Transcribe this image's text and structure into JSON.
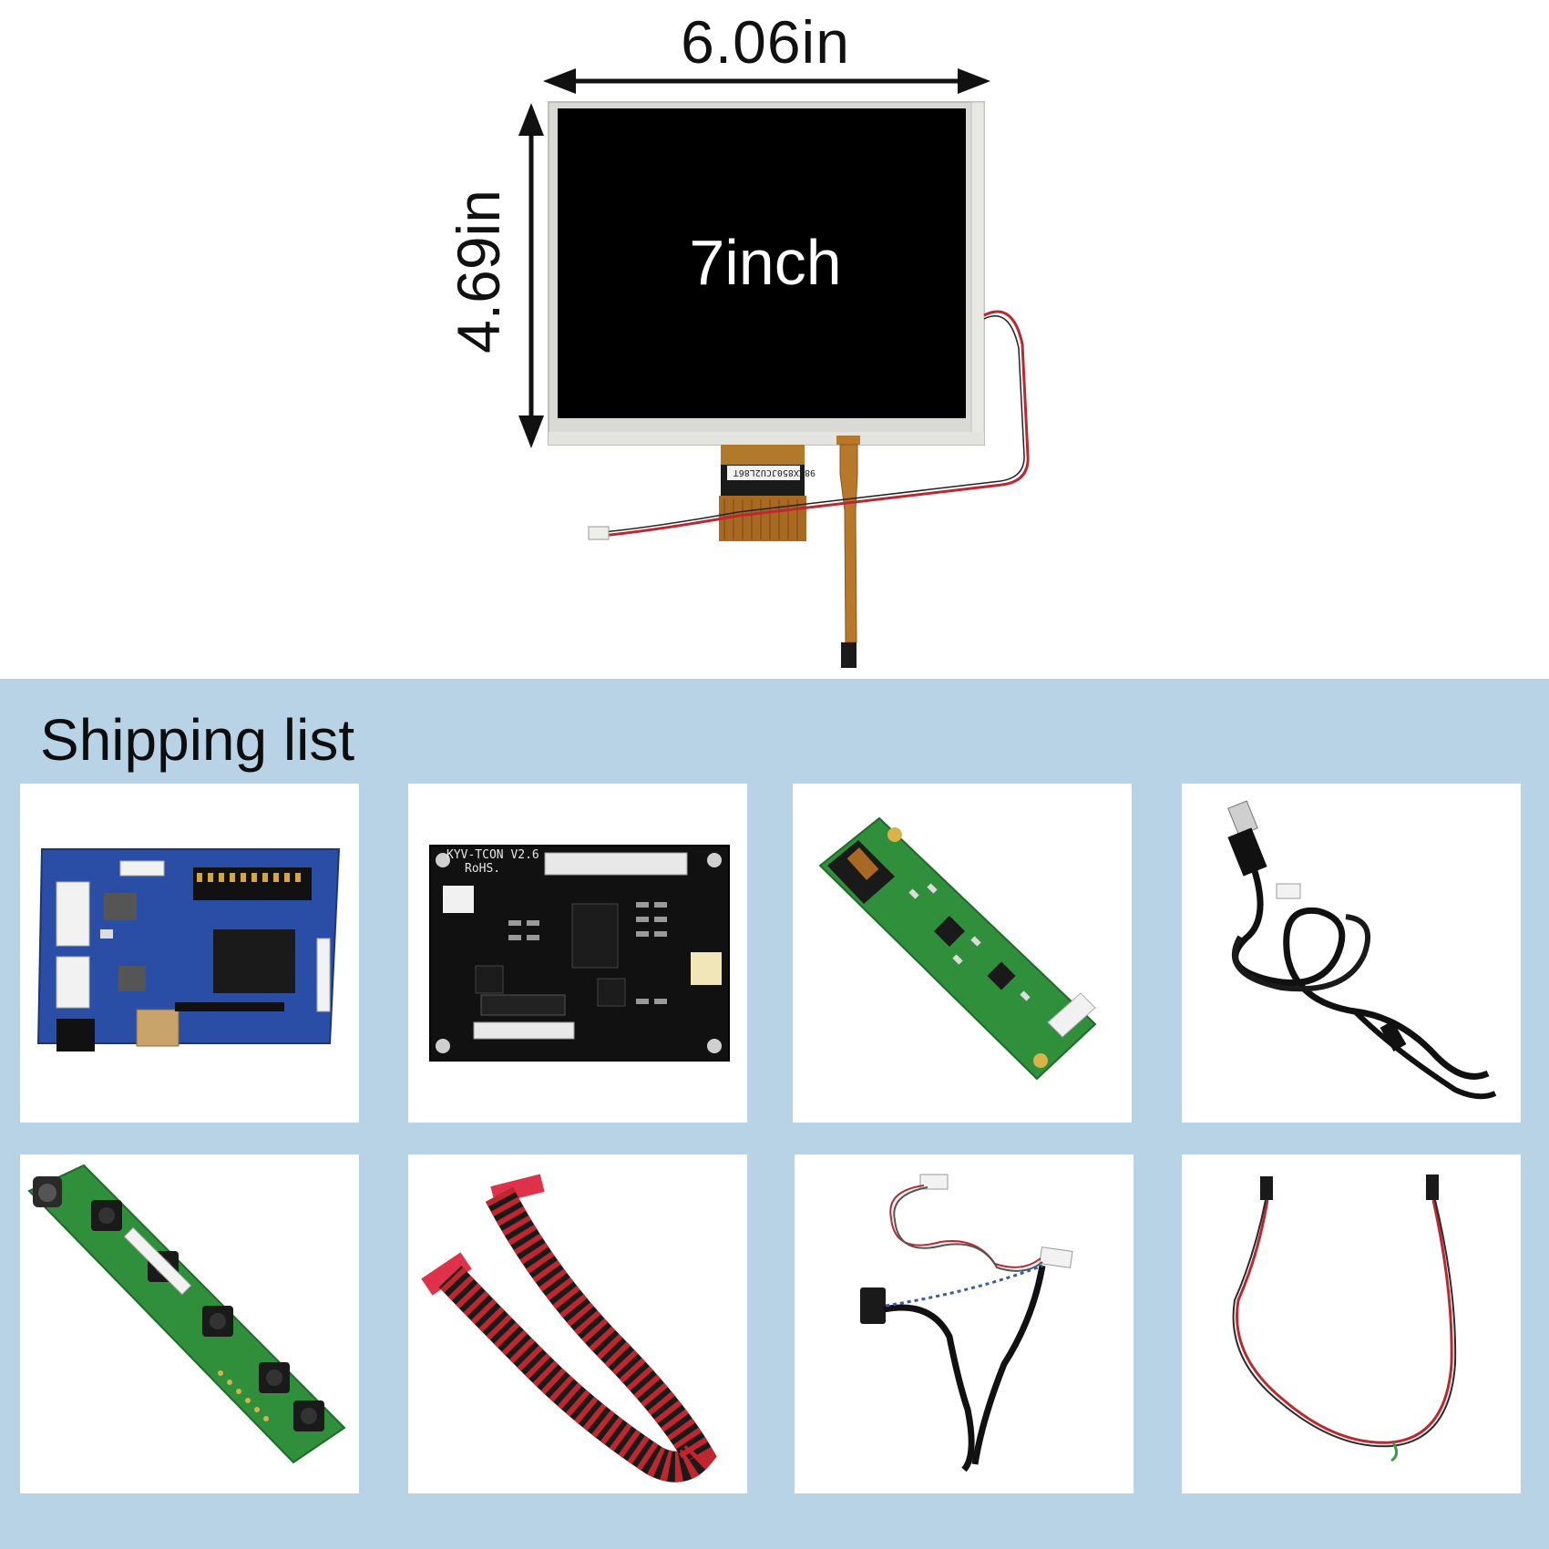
{
  "product": {
    "width_label": "6.06in",
    "height_label": "4.69in",
    "screen_label": "7inch",
    "fpc_label_code": "98KX850JCU2L86T"
  },
  "shipping": {
    "title": "Shipping list",
    "items": [
      {
        "name": "controller-board-icon"
      },
      {
        "name": "tcon-board-icon",
        "silkscreen": "KYV-TCON V2.6",
        "silkscreen2": "RoHS."
      },
      {
        "name": "inverter-board-icon"
      },
      {
        "name": "usb-cable-icon"
      },
      {
        "name": "keypad-board-icon"
      },
      {
        "name": "ribbon-cable-icon"
      },
      {
        "name": "lvds-cable-icon"
      },
      {
        "name": "wire-cable-icon"
      }
    ]
  },
  "colors": {
    "panel_background": "#b9d3e6",
    "tile_background": "#ffffff",
    "screen_black": "#000000",
    "pcb_blue": "#2a4ea6",
    "pcb_black": "#111111",
    "pcb_green": "#2f8f3b",
    "cable_red": "#c0262e"
  }
}
